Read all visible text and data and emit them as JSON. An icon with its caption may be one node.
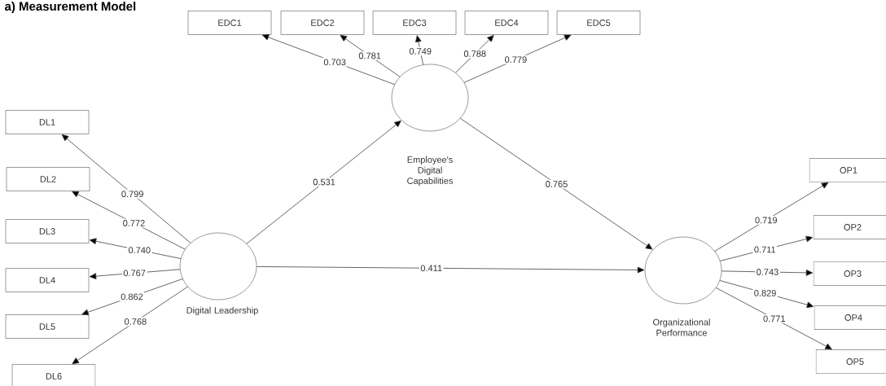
{
  "diagram": {
    "title": "a) Measurement Model",
    "nodes": [
      {
        "text": [
          "Employee's Digital Capabilities"
        ]
      },
      {
        "text": [
          "Digital Leadership"
        ]
      },
      {
        "text": [
          "Organizational Performance"
        ]
      },
      {
        "text": [
          "EDC1"
        ]
      },
      {
        "text": [
          "EDC2"
        ]
      },
      {
        "text": [
          "EDC3"
        ]
      },
      {
        "text": [
          "EDC4"
        ]
      },
      {
        "text": [
          "EDC5"
        ]
      },
      {
        "text": [
          "DL1"
        ]
      },
      {
        "text": [
          "DL2"
        ]
      },
      {
        "text": [
          "DL3"
        ]
      },
      {
        "text": [
          "DL4"
        ]
      },
      {
        "text": [
          "DL5"
        ]
      },
      {
        "text": [
          "DL6"
        ]
      },
      {
        "text": [
          "OP1"
        ]
      },
      {
        "text": [
          "OP2"
        ]
      },
      {
        "text": [
          "OP3"
        ]
      },
      {
        "text": [
          "OP4"
        ]
      },
      {
        "text": [
          "OP5"
        ]
      }
    ],
    "edges": [
      {
        "from": 0,
        "to": 3,
        "arrow": "to",
        "label": "0.703"
      },
      {
        "from": 0,
        "to": 4,
        "arrow": "to",
        "label": "0.781"
      },
      {
        "from": 0,
        "to": 5,
        "arrow": "to",
        "label": "0.749"
      },
      {
        "from": 0,
        "to": 6,
        "arrow": "to",
        "label": "0.788"
      },
      {
        "from": 0,
        "to": 7,
        "arrow": "to",
        "label": "0.779"
      },
      {
        "from": 1,
        "to": 8,
        "arrow": "to",
        "label": "0.799"
      },
      {
        "from": 1,
        "to": 9,
        "arrow": "to",
        "label": "0.772"
      },
      {
        "from": 1,
        "to": 10,
        "arrow": "to",
        "label": "0.740"
      },
      {
        "from": 1,
        "to": 11,
        "arrow": "to",
        "label": "0.767"
      },
      {
        "from": 1,
        "to": 12,
        "arrow": "to",
        "label": "0.862"
      },
      {
        "from": 1,
        "to": 13,
        "arrow": "to",
        "label": "0.768"
      },
      {
        "from": 1,
        "to": 0,
        "arrow": "to",
        "label": "0.531"
      },
      {
        "from": 0,
        "to": 2,
        "arrow": "to",
        "label": "0.765"
      },
      {
        "from": 1,
        "to": 2,
        "arrow": "to",
        "label": "0.411"
      },
      {
        "from": 2,
        "to": 14,
        "arrow": "to",
        "label": "0.719"
      },
      {
        "from": 2,
        "to": 15,
        "arrow": "to",
        "label": "0.711"
      },
      {
        "from": 2,
        "to": 16,
        "arrow": "to",
        "label": "0.743"
      },
      {
        "from": 2,
        "to": 17,
        "arrow": "to",
        "label": "0.829"
      },
      {
        "from": 2,
        "to": 18,
        "arrow": "to",
        "label": "0.771"
      }
    ]
  }
}
